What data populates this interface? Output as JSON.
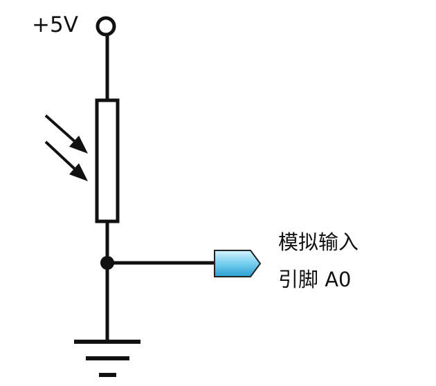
{
  "supply": {
    "label": "+5V"
  },
  "input_pin": {
    "line1": "模拟输入",
    "line2": "引脚  A0"
  },
  "colors": {
    "wire": "#111111",
    "component_fill": "#ffffff",
    "connector_light": "#d8f3ff",
    "connector_mid": "#7fd2f2",
    "connector_dark": "#2a9fd0",
    "connector_stroke": "#222222"
  }
}
